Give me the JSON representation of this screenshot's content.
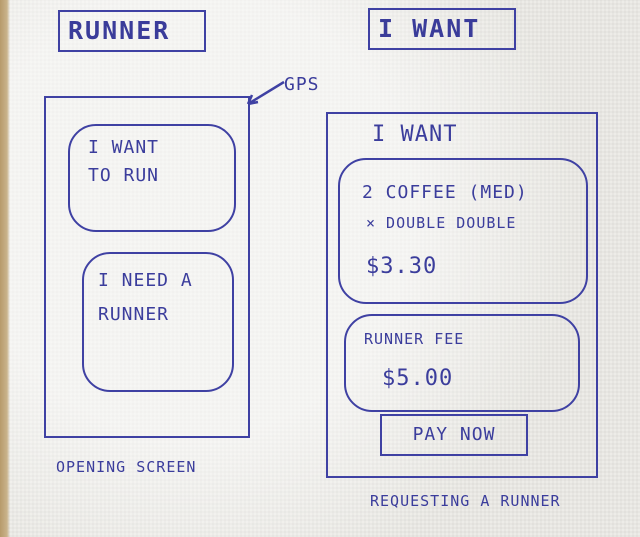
{
  "left_screen": {
    "header": "RUNNER",
    "gps_label": "GPS",
    "want_to_run": "I WANT TO RUN",
    "need_runner": "I NEED A RUNNER",
    "caption": "OPENING SCREEN"
  },
  "right_screen": {
    "header": "I WANT",
    "title": "I WANT",
    "order_line": "2 COFFEE (MED)",
    "order_detail": "× DOUBLE DOUBLE",
    "order_price": "$3.30",
    "fee_label": "RUNNER FEE",
    "fee_amount": "$5.00",
    "pay_button": "PAY NOW",
    "caption": "REQUESTING A RUNNER"
  },
  "colors": {
    "ink": "#3b3d9c",
    "paper": "#ecebe6"
  }
}
